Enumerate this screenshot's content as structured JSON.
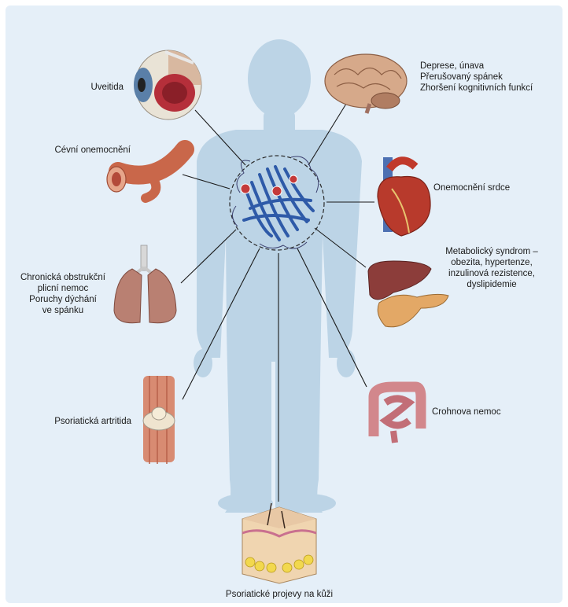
{
  "diagram": {
    "colors": {
      "background": "#e5eff8",
      "silhouette": "#bcd4e6",
      "connector": "#1a1a1a",
      "protein": "#2e5aa8"
    },
    "center": {
      "icon": "protein-structure-icon"
    },
    "conditions": [
      {
        "id": "eye",
        "icon": "eye-cross-section-icon",
        "lines": [
          "Uveitida"
        ]
      },
      {
        "id": "brain",
        "icon": "brain-icon",
        "lines": [
          "Deprese, únava",
          "Přerušovaný spánek",
          "Zhoršení kognitivních funkcí"
        ]
      },
      {
        "id": "vessel",
        "icon": "blood-vessel-icon",
        "lines": [
          "Cévní onemocnění"
        ]
      },
      {
        "id": "heart",
        "icon": "heart-icon",
        "lines": [
          "Onemocnění srdce"
        ]
      },
      {
        "id": "lungs",
        "icon": "lungs-icon",
        "lines": [
          "Chronická obstrukční",
          "plicní nemoc",
          "Poruchy dýchání",
          "ve spánku"
        ]
      },
      {
        "id": "liver",
        "icon": "liver-pancreas-icon",
        "lines": [
          "Metabolický syndrom –",
          "obezita, hypertenze,",
          "inzulinová rezistence,",
          "dyslipidemie"
        ]
      },
      {
        "id": "knee",
        "icon": "knee-joint-icon",
        "lines": [
          "Psoriatická artritida"
        ]
      },
      {
        "id": "intestine",
        "icon": "intestine-icon",
        "lines": [
          "Crohnova nemoc"
        ]
      },
      {
        "id": "skin",
        "icon": "skin-cross-section-icon",
        "lines": [
          "Psoriatické projevy na kůži"
        ]
      }
    ]
  }
}
